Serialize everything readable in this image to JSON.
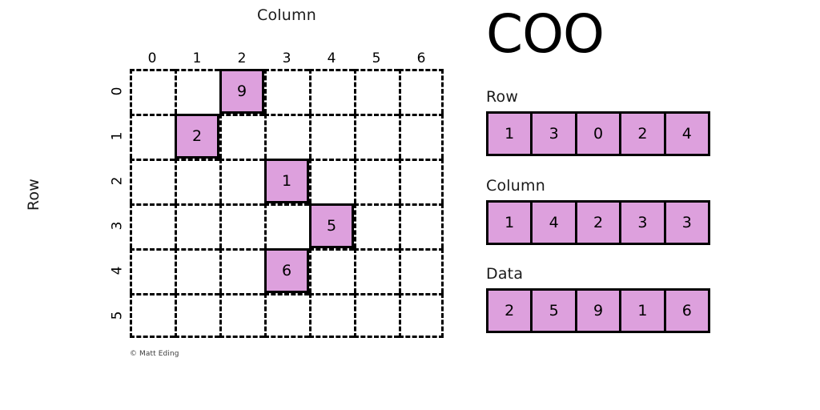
{
  "figure": {
    "attribution": "© Matt Eding",
    "column_axis_title": "Column",
    "row_axis_title": "Row",
    "column_ticks": [
      "0",
      "1",
      "2",
      "3",
      "4",
      "5",
      "6"
    ],
    "row_ticks": [
      "0",
      "1",
      "2",
      "3",
      "4",
      "5"
    ],
    "fill_color": "#dda0dd",
    "line_color": "#000000"
  },
  "coo": {
    "title": "COO",
    "arrays": [
      {
        "label": "Row",
        "values": [
          "1",
          "3",
          "0",
          "2",
          "4"
        ]
      },
      {
        "label": "Column",
        "values": [
          "1",
          "4",
          "2",
          "3",
          "3"
        ]
      },
      {
        "label": "Data",
        "values": [
          "2",
          "5",
          "9",
          "1",
          "6"
        ]
      }
    ]
  },
  "chart_data": {
    "type": "heatmap",
    "title": "COO",
    "xlabel": "Column",
    "ylabel": "Row",
    "n_rows": 6,
    "n_cols": 7,
    "xtick_labels": [
      "0",
      "1",
      "2",
      "3",
      "4",
      "5",
      "6"
    ],
    "ytick_labels": [
      "0",
      "1",
      "2",
      "3",
      "4",
      "5"
    ],
    "grid": true,
    "legend": "none",
    "nonzero_cells": [
      {
        "row": 0,
        "col": 2,
        "value": 9
      },
      {
        "row": 1,
        "col": 1,
        "value": 2
      },
      {
        "row": 2,
        "col": 3,
        "value": 1
      },
      {
        "row": 3,
        "col": 4,
        "value": 5
      },
      {
        "row": 4,
        "col": 3,
        "value": 6
      }
    ],
    "coo_row": [
      1,
      3,
      0,
      2,
      4
    ],
    "coo_column": [
      1,
      4,
      2,
      3,
      3
    ],
    "coo_data": [
      2,
      5,
      9,
      1,
      6
    ]
  }
}
